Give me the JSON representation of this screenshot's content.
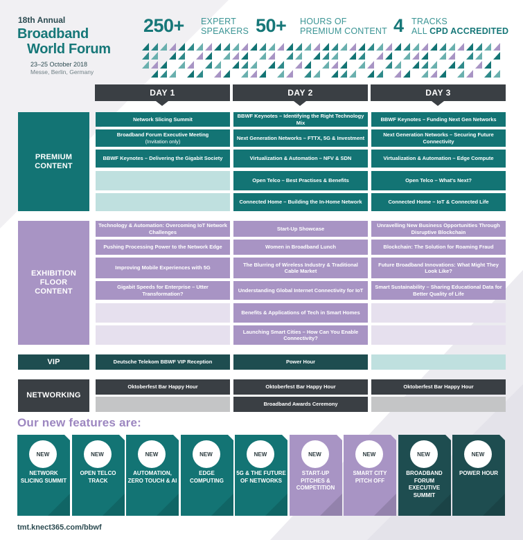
{
  "header": {
    "annual": "18th Annual",
    "title_line1": "Broadband",
    "title_line2": "World Forum",
    "dates": "23–25 October 2018",
    "venue": "Messe, Berlin, Germany"
  },
  "stats": [
    {
      "big": "250+",
      "line1": "EXPERT",
      "line2": "SPEAKERS"
    },
    {
      "big": "50+",
      "line1": "HOURS OF",
      "line2": "PREMIUM CONTENT"
    },
    {
      "big": "4",
      "line1": "TRACKS",
      "line2_prefix": "ALL ",
      "line2_bold": "CPD ACCREDITED"
    }
  ],
  "days": [
    "DAY 1",
    "DAY 2",
    "DAY 3"
  ],
  "sections": {
    "premium": {
      "label": "PREMIUM CONTENT",
      "day1": [
        {
          "t": "Network Slicing Summit"
        },
        {
          "t": "Broadband Forum Executive Meeting",
          "sub": "(Invitation only)"
        },
        {
          "t": "BBWF Keynotes – Delivering the Gigabit Society"
        }
      ],
      "day2": [
        {
          "t": "BBWF Keynotes – Identifying the Right Technology Mix"
        },
        {
          "t": "Next Generation Networks – FTTX, 5G & Investment"
        },
        {
          "t": "Virtualization & Automation – NFV & SDN"
        },
        {
          "t": "Open Telco – Best Practises & Benefits"
        },
        {
          "t": "Connected Home – Building the In-Home Network"
        }
      ],
      "day3": [
        {
          "t": "BBWF Keynotes – Funding Next Gen Networks"
        },
        {
          "t": "Next Generation Networks – Securing Future Connectivity"
        },
        {
          "t": "Virtualization & Automation – Edge Compute"
        },
        {
          "t": "Open Telco – What's Next?"
        },
        {
          "t": "Connected Home – IoT & Connected Life"
        }
      ]
    },
    "exhibition": {
      "label": "EXHIBITION FLOOR CONTENT",
      "day1": [
        "Technology & Automation: Overcoming IoT Network Challenges",
        "Pushing Processing Power to the Network Edge",
        "Improving Mobile Experiences with 5G",
        "Gigabit Speeds for Enterprise – Utter Transformation?"
      ],
      "day2": [
        "Start-Up Showcase",
        "Women in Broadband Lunch",
        "The Blurring of Wireless Industry & Traditional Cable Market",
        "Understanding Global Internet Connectivity for IoT",
        "Benefits & Applications of Tech in Smart Homes",
        "Launching Smart Cities – How Can You Enable Connectivity?"
      ],
      "day3": [
        "Unravelling New Business Opportunities Through Disruptive Blockchain",
        "Blockchain: The Solution for Roaming Fraud",
        "Future Broadband Innovations: What Might They Look Like?",
        "Smart Sustainability – Sharing Educational Data for Better Quality of Life"
      ]
    },
    "vip": {
      "label": "VIP",
      "day1": "Deutsche Telekom BBWF VIP Reception",
      "day2": "Power Hour"
    },
    "networking": {
      "label": "NETWORKING",
      "day1": "Oktoberfest Bar Happy Hour",
      "day2": "Oktoberfest Bar Happy Hour",
      "day2b": "Broadband Awards Ceremony",
      "day3": "Oktoberfest Bar Happy Hour"
    }
  },
  "features": {
    "title": "Our new features are:",
    "badge": "NEW",
    "cards": [
      {
        "label": "NETWORK SLICING SUMMIT",
        "color": "#137474"
      },
      {
        "label": "OPEN TELCO TRACK",
        "color": "#137474"
      },
      {
        "label": "AUTOMATION, ZERO TOUCH & AI",
        "color": "#137474"
      },
      {
        "label": "EDGE COMPUTING",
        "color": "#137474"
      },
      {
        "label": "5G & THE FUTURE OF NETWORKS",
        "color": "#137474"
      },
      {
        "label": "START-UP PITCHES & COMPETITION",
        "color": "#a894c4"
      },
      {
        "label": "SMART CITY PITCH OFF",
        "color": "#a894c4"
      },
      {
        "label": "BROADBAND FORUM EXECUTIVE SUMMIT",
        "color": "#1e4d50"
      },
      {
        "label": "POWER HOUR",
        "color": "#1e4d50"
      }
    ]
  },
  "footer": {
    "url": "tmt.knect365.com/bbwf"
  },
  "colors": {
    "teal": "#137474",
    "purple": "#a894c4",
    "dark": "#3a3f44",
    "accent_title": "#167778"
  }
}
